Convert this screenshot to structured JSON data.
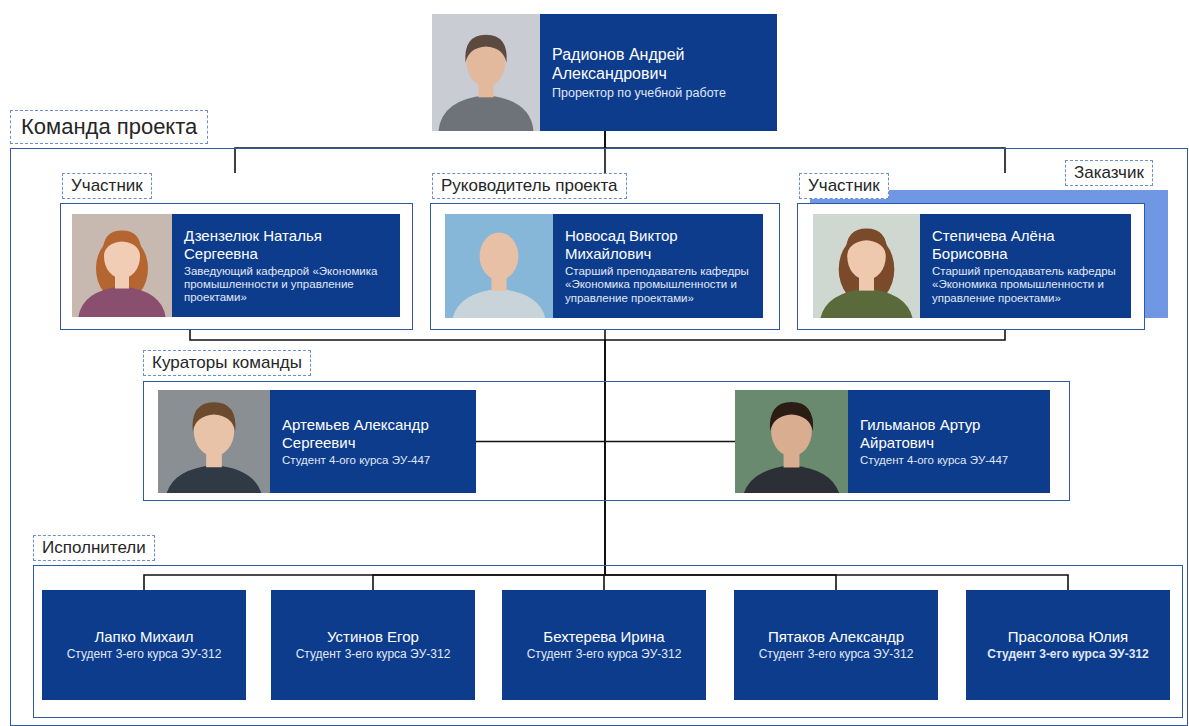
{
  "diagram": {
    "nodes": [
      {
        "text": [
          "Радионов Андрей Александрович",
          "Проректор по учебной работе"
        ]
      },
      {
        "text": [
          "Команда проекта"
        ]
      },
      {
        "text": [
          "Участник"
        ],
        "in": 1
      },
      {
        "text": [
          "Дзензелюк Наталья Сергеевна",
          "Заведующий кафедрой «Экономика промышленности и управление проектами»"
        ],
        "in": 2
      },
      {
        "text": [
          "Руководитель проекта"
        ],
        "in": 1
      },
      {
        "text": [
          "Новосад Виктор Михайлович",
          "Старший преподаватель кафедры «Экономика промышленности и управление проектами»"
        ],
        "in": 4
      },
      {
        "text": [
          "Участник"
        ],
        "in": 1
      },
      {
        "text": [
          "Степичева Алёна Борисовна",
          "Старший преподаватель кафедры «Экономика промышленности и управление проектами»"
        ],
        "in": 6
      },
      {
        "text": [
          "Кураторы команды"
        ],
        "in": 1
      },
      {
        "text": [
          "Артемьев Александр Сергеевич",
          "Студент 4-ого курса ЭУ-447"
        ],
        "in": 8
      },
      {
        "text": [
          "Гильманов Артур Айратович",
          "Студент 4-ого курса ЭУ-447"
        ],
        "in": 8
      },
      {
        "text": [
          "Исполнители"
        ],
        "in": 1
      },
      {
        "text": [
          "Лапко Михаил",
          "Студент 3-его курса ЭУ-312"
        ],
        "in": 11
      },
      {
        "text": [
          "Устинов Егор",
          "Студент 3-его курса ЭУ-312"
        ],
        "in": 11
      },
      {
        "text": [
          "Бехтерева Ирина",
          "Студент 3-его курса ЭУ-312"
        ],
        "in": 11
      },
      {
        "text": [
          "Пятаков Александр",
          "Студент 3-его курса ЭУ-312"
        ],
        "in": 11
      },
      {
        "text": [
          "Прасолова Юлия",
          "Студент 3-его курса ЭУ-312"
        ],
        "in": 11
      }
    ],
    "edges": [
      {
        "from": 0,
        "to": 2,
        "arrow": "none"
      },
      {
        "from": 0,
        "to": 4,
        "arrow": "none"
      },
      {
        "from": 0,
        "to": 6,
        "arrow": "none"
      },
      {
        "from": 2,
        "to": 8,
        "arrow": "none"
      },
      {
        "from": 4,
        "to": 8,
        "arrow": "none"
      },
      {
        "from": 6,
        "to": 8,
        "arrow": "none"
      },
      {
        "from": 9,
        "to": 10,
        "arrow": "none"
      },
      {
        "from": 8,
        "to": 12,
        "arrow": "none"
      },
      {
        "from": 8,
        "to": 13,
        "arrow": "none"
      },
      {
        "from": 8,
        "to": 14,
        "arrow": "none"
      },
      {
        "from": 8,
        "to": 15,
        "arrow": "none"
      },
      {
        "from": 8,
        "to": 16,
        "arrow": "none"
      }
    ],
    "labels": [
      "Заказчик"
    ]
  }
}
